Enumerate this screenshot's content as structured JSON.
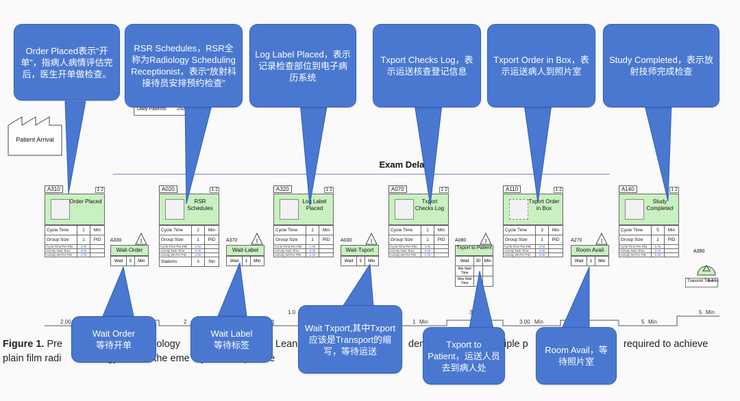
{
  "figure": {
    "exam_delay_label": "Exam Delay",
    "patient_arrival_label": "Patient Arrival",
    "daily_patients_label": "Daily Patients",
    "daily_patients_value": "250",
    "caption_bold": "Figure 1.",
    "caption_line1": " Pre",
    "caption_frag1": "adiology",
    "caption_frag2": "Lean",
    "caption_frag3": "dem",
    "caption_frag4": "tiple p",
    "caption_frag5": "required to achieve",
    "caption_line2a": "plain film radi",
    "caption_line2b": "gy",
    "caption_line2c": "in the eme",
    "caption_line2d": "y d",
    "caption_line2e": "partme"
  },
  "processes": [
    {
      "code": "A310",
      "title": "Order Placed",
      "rows": [
        [
          "Cycle Time",
          "2",
          "Min"
        ],
        [
          "Group Size",
          "1",
          "PID"
        ]
      ],
      "small": [
        [
          "Cycle Time Per PID",
          "2.00"
        ],
        [
          "Activity Task Time",
          "0.00"
        ],
        [
          "Activity Wt Per PID",
          "2.00"
        ]
      ]
    },
    {
      "code": "A020",
      "title": "RSR Schedules",
      "rows": [
        [
          "Cycle Time",
          "2",
          "Min"
        ],
        [
          "Group Size",
          "1",
          "PID"
        ]
      ],
      "small": [
        [
          "Cycle Time Per PID",
          "2.00"
        ],
        [
          "Activity Task Time",
          "0.00"
        ],
        [
          "Activity Wt Per PID",
          "2.00"
        ]
      ],
      "extra": [
        "Stations",
        "3",
        "Stn"
      ]
    },
    {
      "code": "A320",
      "title": "Log Label Placed",
      "rows": [
        [
          "Cycle Time",
          "1",
          "Min"
        ],
        [
          "Group Size",
          "1",
          "PID"
        ]
      ],
      "small": [
        [
          "Cycle Time Per PID",
          "1.00"
        ],
        [
          "Activity Task Time",
          "0.00"
        ],
        [
          "Activity Wt Per PID",
          "1.00"
        ]
      ]
    },
    {
      "code": "A070",
      "title": "Txport Checks Log",
      "rows": [
        [
          "Cycle Time",
          "1",
          "Min"
        ],
        [
          "Group Size",
          "1",
          "PID"
        ]
      ],
      "small": [
        [
          "Cycle Time Per PID",
          "1.00"
        ],
        [
          "Activity Task Time",
          "0.00"
        ],
        [
          "Activity Wt Per PID",
          "1.00"
        ]
      ]
    },
    {
      "code": "A110",
      "title": "Txport Order in Box",
      "rows": [
        [
          "Cycle Time",
          "3",
          "Min"
        ],
        [
          "Group Size",
          "1",
          "PID"
        ]
      ],
      "small": [
        [
          "Cycle Time Per PID",
          "3.00"
        ],
        [
          "Activity Task Time",
          "0.00"
        ],
        [
          "Activity Wt Per PID",
          "3.00"
        ]
      ]
    },
    {
      "code": "A140",
      "title": "Study Completed",
      "rows": [
        [
          "Cycle Time",
          "5",
          "Min"
        ],
        [
          "Group Size",
          "1",
          "PID"
        ]
      ],
      "small": [
        [
          "Cycle Time Per PID",
          "5.00"
        ],
        [
          "Activity Task Time",
          "0.00"
        ],
        [
          "Activity Wt Per PID",
          "5.00"
        ]
      ]
    }
  ],
  "waits": [
    {
      "code": "A330",
      "title": "Wait-Order",
      "label": "Wait",
      "value": "5",
      "unit": "Min"
    },
    {
      "code": "A370",
      "title": "Wait-Label",
      "label": "Wait",
      "value": "1",
      "unit": "Min"
    },
    {
      "code": "A030",
      "title": "Wait-Txport",
      "label": "Wait",
      "value": "5",
      "unit": "Min"
    },
    {
      "code": "A080",
      "title": "Txport to Patient",
      "label": "Wait",
      "value": "30",
      "unit": "Min",
      "rows2": [
        "Min Wait Time",
        "Max Wait Time"
      ]
    },
    {
      "code": "A270",
      "title": "Room Avail",
      "label": "Wait",
      "value": "1",
      "unit": "Min"
    }
  ],
  "transit": {
    "code": "A390",
    "label": "Transmit Time",
    "value": "5",
    "unit": "Min"
  },
  "timeline": [
    "2.00",
    "2",
    "1.0",
    "1",
    "Min",
    "3",
    "3.00",
    "Min",
    "5",
    "Min",
    "5",
    "Min"
  ],
  "callouts_top": [
    "Order Placed表示“开单”，指病人病情评估完后，医生开单做检查。",
    "RSR Schedules，RSR全称为Radiology Scheduling Receptionist，表示“放射科接待员安排预约检查”",
    "Log Label Placed，表示记录检查部位到电子病历系统",
    "Txport Checks Log，表示运送核查登记信息",
    "Txport Order in Box，表示运送病人到照片室",
    "Study Completed，表示放射技师完成检查"
  ],
  "callouts_bottom": [
    "Wait Order\n等待开单",
    "Wait Label\n等待标签",
    "Wait Txport,其中Txport应该是Transport的缩写，等待运送",
    "Txport to Patient，运送人员去到病人处",
    "Room Avail，等待照片室"
  ],
  "colors": {
    "callout": "#4a78d1",
    "process_fill": "#c9f0c0",
    "delay_line": "#7b7fd8"
  }
}
